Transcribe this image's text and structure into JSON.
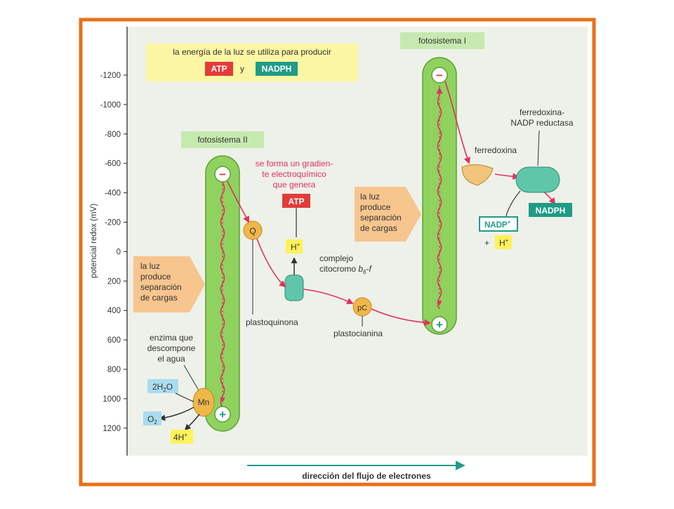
{
  "header": {
    "line1": "la energía de la luz se utiliza para producir",
    "atp": "ATP",
    "y": "y",
    "nadph": "NADPH"
  },
  "y_axis": {
    "label": "potencial redox (mV)",
    "ticks": [
      "-1200",
      "-1000",
      "-800",
      "-600",
      "-400",
      "-200",
      "0",
      "200",
      "400",
      "600",
      "800",
      "1000",
      "1200"
    ]
  },
  "photosystem_ii": {
    "label": "fotosistema II"
  },
  "photosystem_i": {
    "label": "fotosistema I"
  },
  "light_left": {
    "l1": "la luz",
    "l2": "produce",
    "l3": "separación",
    "l4": "de cargas"
  },
  "light_right": {
    "l1": "la luz",
    "l2": "produce",
    "l3": "separación",
    "l4": "de cargas"
  },
  "gradient": {
    "l1": "se forma un gradien-",
    "l2": "te electroquímico",
    "l3": "que genera",
    "atp": "ATP"
  },
  "hplus": {
    "top": "H",
    "sup": "+"
  },
  "complex": {
    "l1": "complejo",
    "l2": "citocromo ",
    "b": "b",
    "sub": "6",
    "f": "-f"
  },
  "carriers": {
    "q": "Q",
    "q_name": "plastoquinona",
    "pc": "pC",
    "pc_name": "plastocianina"
  },
  "water": {
    "enzyme_l1": "enzima que",
    "enzyme_l2": "descompone",
    "enzyme_l3": "el agua",
    "mn": "Mn",
    "h2o_a": "2H",
    "h2o_sub": "2",
    "h2o_b": "O",
    "o2_a": "O",
    "o2_sub": "2",
    "h4_a": "4H",
    "h4_sup": "+"
  },
  "ferredoxin": {
    "name": "ferredoxina",
    "reductase_l1": "ferredoxina-",
    "reductase_l2": "NADP reductasa",
    "nadp": "NADP",
    "nadp_sup": "+",
    "plus": "+",
    "h": "H",
    "h_sup": "+",
    "nadph": "NADPH"
  },
  "signs": {
    "minus": "−",
    "plus": "+"
  },
  "flow": {
    "label": "dirección del flujo de electrones"
  },
  "colors": {
    "frame": "#e8701a",
    "panel": "#eef1e9",
    "green": "#8fd25e",
    "yellow_box": "#fbf6a3",
    "orange_box": "#f7c58e",
    "red_tag": "#e23c3a",
    "teal": "#1f9b87",
    "carrier": "#efb74a",
    "arrow": "#e0315f",
    "blue_tag": "#a9dcef"
  }
}
